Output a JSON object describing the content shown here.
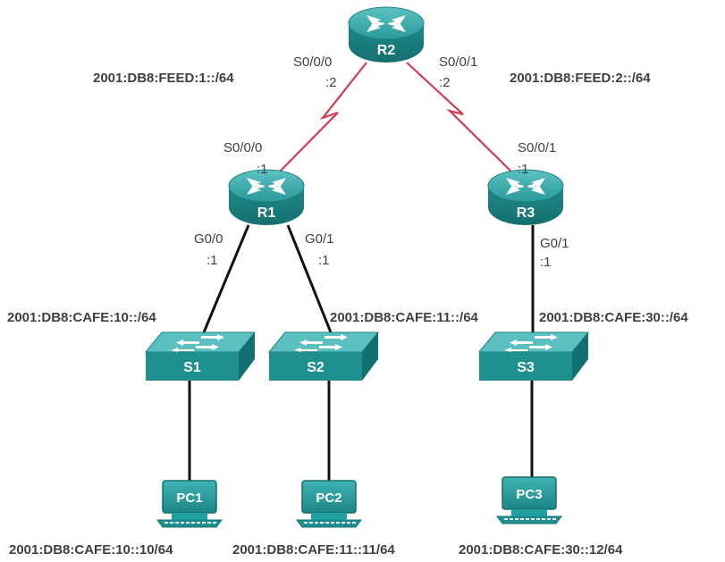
{
  "devices": {
    "r1": {
      "name": "R1"
    },
    "r2": {
      "name": "R2"
    },
    "r3": {
      "name": "R3"
    },
    "s1": {
      "name": "S1"
    },
    "s2": {
      "name": "S2"
    },
    "s3": {
      "name": "S3"
    },
    "pc1": {
      "name": "PC1",
      "address": "2001:DB8:CAFE:10::10/64"
    },
    "pc2": {
      "name": "PC2",
      "address": "2001:DB8:CAFE:11::11/64"
    },
    "pc3": {
      "name": "PC3",
      "address": "2001:DB8:CAFE:30::12/64"
    }
  },
  "interfaces": {
    "r2_left": {
      "name": "S0/0/0",
      "host": ":2"
    },
    "r2_right": {
      "name": "S0/0/1",
      "host": ":2"
    },
    "r1_serial": {
      "name": "S0/0/0",
      "host": ":1"
    },
    "r3_serial": {
      "name": "S0/0/1",
      "host": ":1"
    },
    "r1_g00": {
      "name": "G0/0",
      "host": ":1"
    },
    "r1_g01": {
      "name": "G0/1",
      "host": ":1"
    },
    "r3_g01": {
      "name": "G0/1",
      "host": ":1"
    }
  },
  "networks": {
    "feed1": "2001:DB8:FEED:1::/64",
    "feed2": "2001:DB8:FEED:2::/64",
    "cafe10": "2001:DB8:CAFE:10::/64",
    "cafe11": "2001:DB8:CAFE:11::/64",
    "cafe30": "2001:DB8:CAFE:30::/64"
  },
  "colors": {
    "serial_link": "#d23a55",
    "ethernet_link": "#111111",
    "device_teal": "#1f8f8f"
  }
}
